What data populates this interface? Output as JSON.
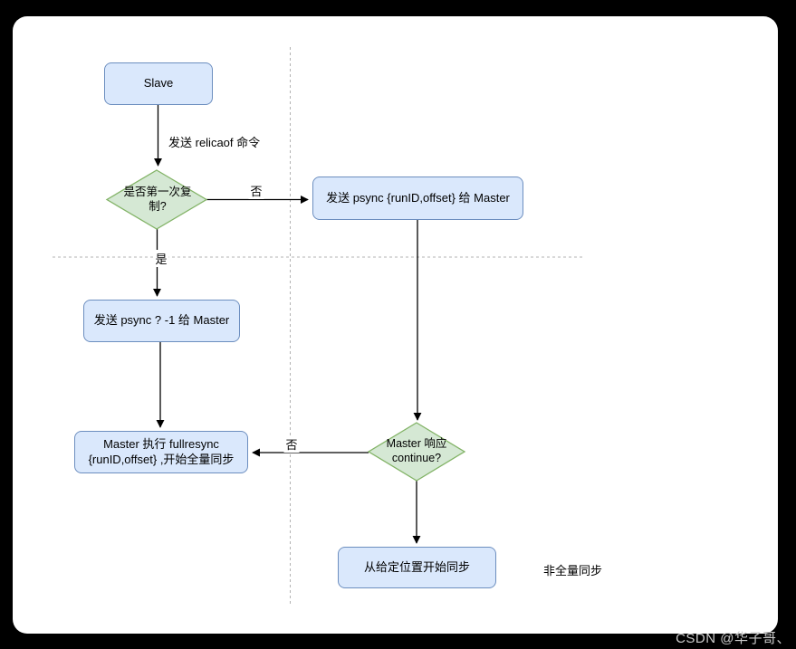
{
  "watermark": {
    "text": "CSDN @华子哥、"
  },
  "colors": {
    "background": "#000000",
    "card": "#ffffff",
    "node_fill": "#dae8fc",
    "node_border": "#6c8ebf",
    "decision_fill": "#d5e8d4",
    "decision_border": "#82b366",
    "edge": "#000000",
    "guide_line": "#b3b3b3"
  },
  "flowchart": {
    "nodes": {
      "slave": {
        "label": "Slave"
      },
      "decision_first_copy": {
        "label": "是否第一次复制?"
      },
      "psync_runid": {
        "label": "发送 psync {runID,offset} 给 Master"
      },
      "psync_question": {
        "label": "发送 psync ? -1 给 Master"
      },
      "fullresync": {
        "label": "Master 执行 fullresync {runID,offset} ,开始全量同步"
      },
      "decision_continue": {
        "label": "Master 响应 continue?"
      },
      "sync_from_offset": {
        "label": "从给定位置开始同步"
      }
    },
    "edge_labels": {
      "send_replicaof": "发送 relicaof 命令",
      "no_first": "否",
      "yes_first": "是",
      "no_continue": "否",
      "partial_sync_note": "非全量同步"
    }
  }
}
